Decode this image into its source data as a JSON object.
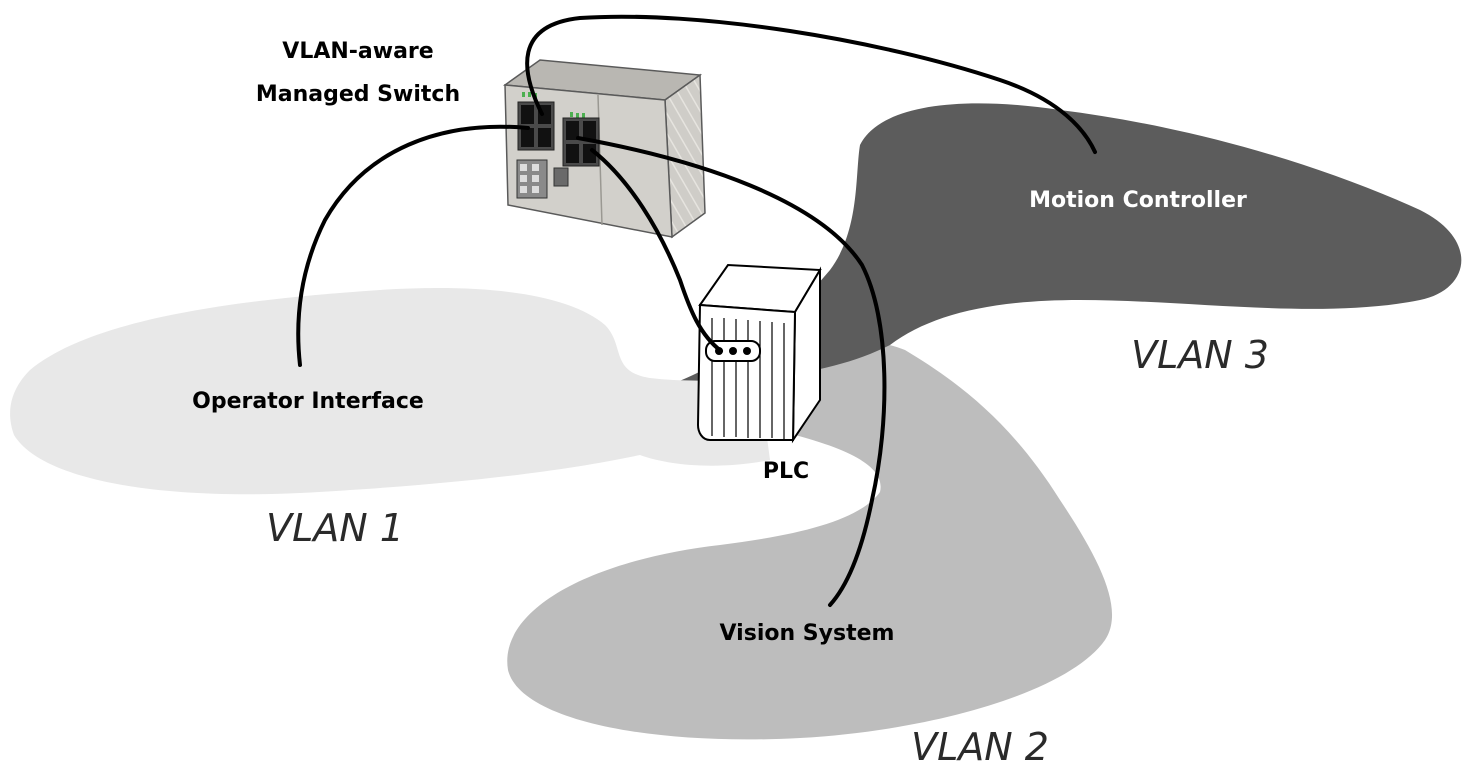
{
  "diagram": {
    "switch_label": {
      "line1": "VLAN-aware",
      "line2": "Managed Switch"
    },
    "devices": {
      "motion_controller": "Motion Controller",
      "operator_interface": "Operator Interface",
      "vision_system": "Vision System",
      "plc": "PLC"
    },
    "vlans": {
      "vlan1": "VLAN 1",
      "vlan2": "VLAN 2",
      "vlan3": "VLAN 3"
    },
    "colors": {
      "vlan1_fill": "#e8e8e8",
      "vlan2_fill": "#bdbdbd",
      "vlan3_fill": "#5c5c5c",
      "switch_body": "#d2d0cb",
      "cable": "#000000",
      "port_led": "#4caf50"
    },
    "icons": [
      "managed-switch-icon",
      "plc-icon"
    ]
  }
}
